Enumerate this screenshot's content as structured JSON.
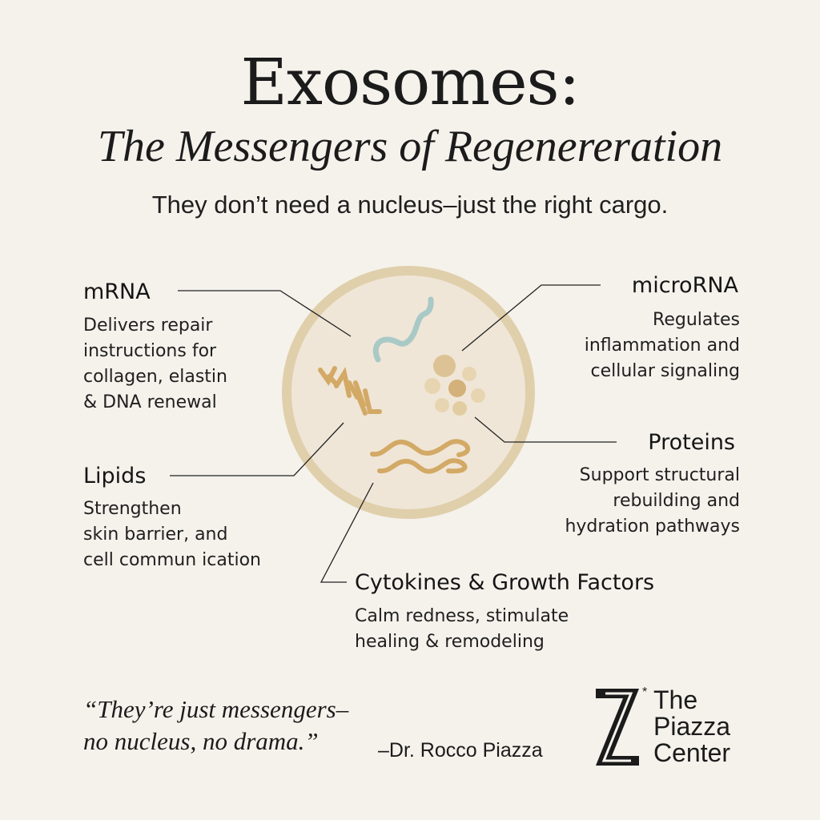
{
  "header": {
    "title": "Exosomes:",
    "subtitle": "The Messengers of Regenereration",
    "tagline": "They don’t need a nucleus–just the right cargo."
  },
  "components": [
    {
      "id": "mrna",
      "label": "mRNA",
      "description": "Delivers repair\ninstructions for\ncollagen, elastin\n& DNA renewal",
      "icon": "wavy-strand-icon",
      "color": "#a9c9c6"
    },
    {
      "id": "microrna",
      "label": "microRNA",
      "description": "Regulates\ninflammation and\ncellular signaling",
      "icon": "dot-cluster-icon",
      "color": "#d4b07a"
    },
    {
      "id": "proteins",
      "label": "Proteins",
      "description": "Support structural\nrebuilding and\nhydration pathways",
      "icon": "dot-cluster-icon",
      "color": "#e2cda2"
    },
    {
      "id": "lipids",
      "label": "Lipids",
      "description": "Strengthen\nskin barrier, and\ncell commun ication",
      "icon": "helix-icon",
      "color": "#d3a966"
    },
    {
      "id": "cytokines",
      "label": "Cytokines & Growth Factors",
      "description": "Calm redness, stimulate\nhealing & remodeling",
      "icon": "wave-lines-icon",
      "color": "#d3a966"
    }
  ],
  "diagram": {
    "circle_fill": "#efe6d7",
    "circle_ring": "#e0cfab",
    "connector_color": "#222222"
  },
  "footer": {
    "quote": "“They’re just messengers–\nno nucleus, no drama.”",
    "author": "–Dr. Rocco Piazza",
    "brand": "The\nPiazza\nCenter",
    "logo_icon": "piazza-z-logo-icon",
    "logo_mark": "*"
  },
  "colors": {
    "background": "#f5f2ec",
    "text": "#1b1b1b",
    "accent_gold": "#d3a966",
    "accent_teal": "#a9c9c6"
  }
}
